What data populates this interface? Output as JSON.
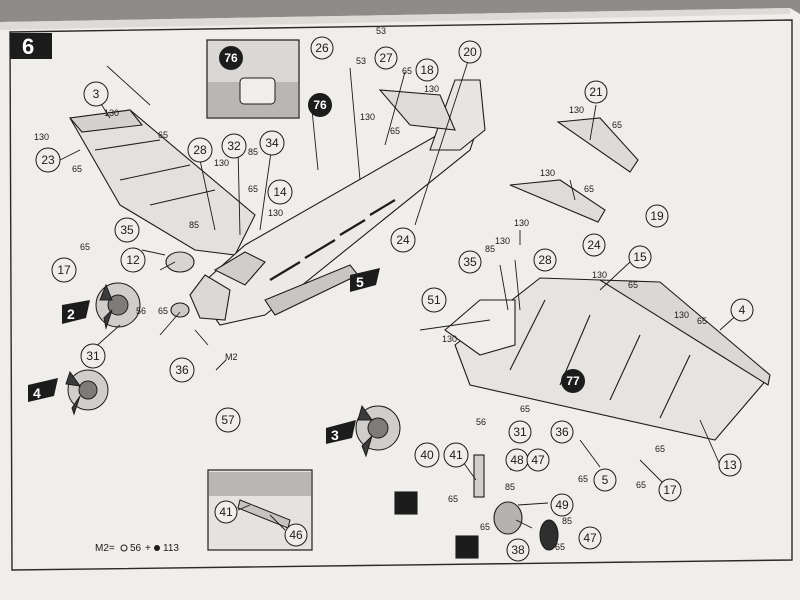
{
  "step_number": "6",
  "sub_assemblies": [
    "2",
    "3",
    "4",
    "5"
  ],
  "part_callouts": [
    "3",
    "12",
    "13",
    "14",
    "15",
    "17",
    "17",
    "18",
    "19",
    "20",
    "21",
    "23",
    "24",
    "24",
    "26",
    "27",
    "28",
    "28",
    "31",
    "31",
    "32",
    "34",
    "35",
    "35",
    "36",
    "36",
    "38",
    "4",
    "40",
    "41",
    "41",
    "46",
    "47",
    "47",
    "48",
    "49",
    "5",
    "51",
    "57"
  ],
  "decal_callouts": [
    "76",
    "76",
    "77"
  ],
  "paint_codes": [
    "130",
    "65",
    "85",
    "53",
    "56",
    "M2"
  ],
  "legend": {
    "label": "M2=",
    "part_a": "56",
    "plus": "+",
    "part_b": "113"
  },
  "colors": {
    "paper": "#efeeea",
    "ink": "#1c1c1c",
    "shade": "#bdbcb8",
    "background": "#8d8c88"
  }
}
